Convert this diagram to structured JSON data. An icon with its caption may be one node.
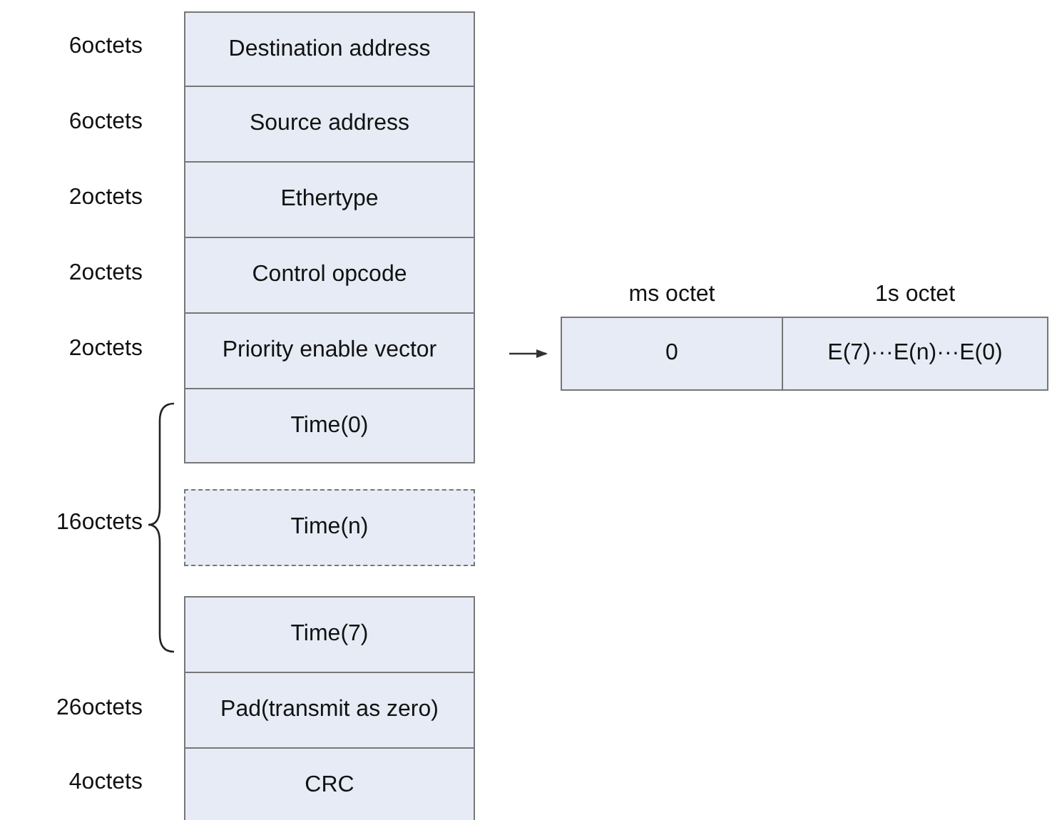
{
  "diagram": {
    "nodes": [
      {
        "text": [
          "Destination address"
        ]
      },
      {
        "text": [
          "Source address"
        ]
      },
      {
        "text": [
          "Ethertype"
        ]
      },
      {
        "text": [
          "Control opcode"
        ]
      },
      {
        "text": [
          "Priority enable vector"
        ]
      },
      {
        "text": [
          "Time(0)"
        ]
      },
      {
        "text": [
          "Time(n)"
        ]
      },
      {
        "text": [
          "Time(7)"
        ]
      },
      {
        "text": [
          "Pad(transmit as zero)"
        ]
      },
      {
        "text": [
          "CRC"
        ]
      },
      {
        "text": [
          "0"
        ],
        "beside": [
          "ms octet"
        ]
      },
      {
        "text": [
          "E(7)···E(n)···E(0)"
        ],
        "beside": [
          "1s octet"
        ]
      }
    ],
    "edges": [
      {
        "from": 4,
        "to": 10,
        "arrow": "to"
      }
    ],
    "labels": [
      "6octets",
      "6octets",
      "2octets",
      "2octets",
      "2octets",
      "16octets",
      "26octets",
      "4octets"
    ]
  }
}
